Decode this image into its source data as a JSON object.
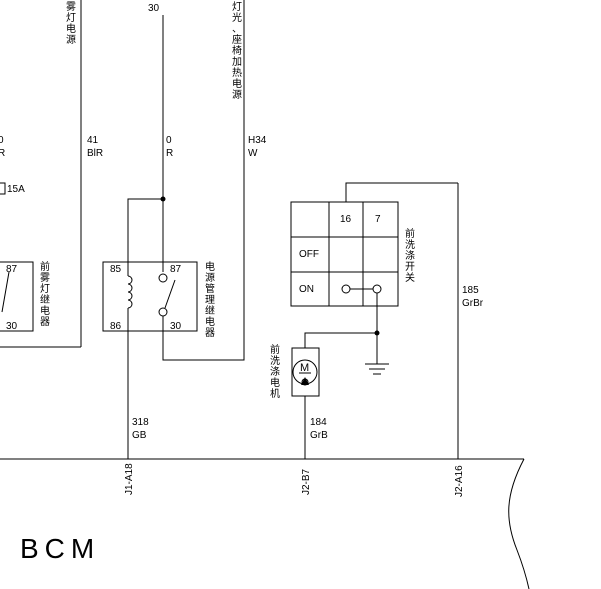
{
  "labels": {
    "left_supply": "雾灯电源",
    "left_supply_wire": "30",
    "right_supply": "灯光、座椅加热电源",
    "wire_left_top_num": "0",
    "wire_left_top_color": "R",
    "fuse_rating": "15A",
    "wire_41_num": "41",
    "wire_41_color": "BlR",
    "wire_0_num": "0",
    "wire_0_color": "R",
    "wire_h34_num": "H34",
    "wire_h34_color": "W",
    "fog_relay_pin87": "87",
    "fog_relay_pin30": "30",
    "fog_relay_name": "前雾灯继电器",
    "power_relay_pin85": "85",
    "power_relay_pin86": "86",
    "power_relay_pin87": "87",
    "power_relay_pin30": "30",
    "power_relay_name": "电源管理继电器",
    "switch_pin16": "16",
    "switch_pin7": "7",
    "switch_off": "OFF",
    "switch_on": "ON",
    "switch_name": "前洗涤开关",
    "motor_name": "前洗涤电机",
    "motor_symbol": "M",
    "wire_318_num": "318",
    "wire_318_color": "GB",
    "wire_184_num": "184",
    "wire_184_color": "GrB",
    "wire_185_num": "185",
    "wire_185_color": "GrBr",
    "connector_j1_a18": "J1-A18",
    "connector_j2_b7": "J2-B7",
    "connector_j2_a16": "J2-A16",
    "module_name": "BCM"
  }
}
